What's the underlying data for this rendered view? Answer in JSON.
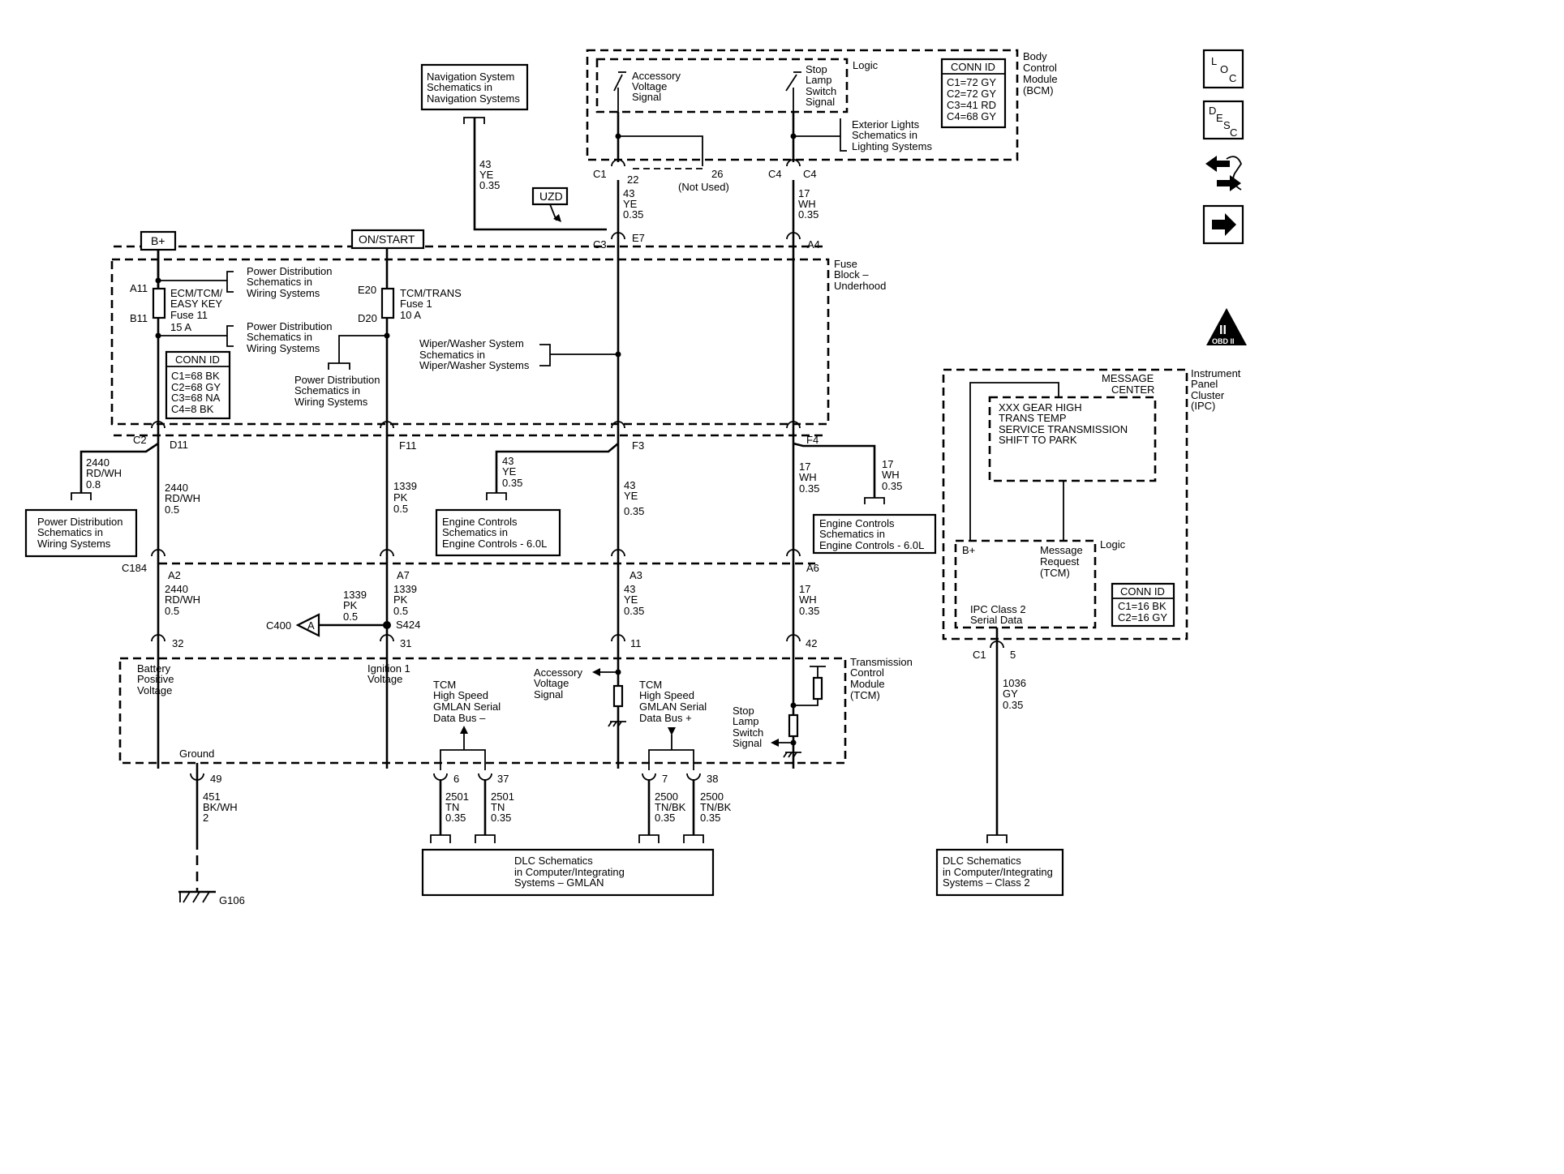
{
  "modules": {
    "bcm": {
      "name": [
        "Body",
        "Control",
        "Module",
        "(BCM)"
      ],
      "logic": "Logic",
      "conn_id": {
        "title": "CONN ID",
        "rows": [
          "C1=72 GY",
          "C2=72 GY",
          "C3=41 RD",
          "C4=68 GY"
        ]
      },
      "accessory": [
        "Accessory",
        "Voltage",
        "Signal"
      ],
      "stop_lamp": [
        "Stop",
        "Lamp",
        "Switch",
        "Signal"
      ]
    },
    "fuse_block": {
      "name": [
        "Fuse",
        "Block –",
        "Underhood"
      ],
      "conn_id": {
        "title": "CONN ID",
        "rows": [
          "C1=68 BK",
          "C2=68 GY",
          "C3=68 NA",
          "C4=8 BK"
        ]
      }
    },
    "tcm": {
      "name": [
        "Transmission",
        "Control",
        "Module",
        "(TCM)"
      ],
      "battery": [
        "Battery",
        "Positive",
        "Voltage"
      ],
      "ignition": [
        "Ignition 1",
        "Voltage"
      ],
      "ground": "Ground",
      "accessory": [
        "Accessory",
        "Voltage",
        "Signal"
      ],
      "bus_minus": [
        "TCM",
        "High Speed",
        "GMLAN Serial",
        "Data Bus –"
      ],
      "bus_plus": [
        "TCM",
        "High Speed",
        "GMLAN Serial",
        "Data Bus +"
      ],
      "stop_lamp": [
        "Stop",
        "Lamp",
        "Switch",
        "Signal"
      ]
    },
    "ipc": {
      "name": [
        "Instrument",
        "Panel",
        "Cluster",
        "(IPC)"
      ],
      "message_center": [
        "MESSAGE",
        "CENTER"
      ],
      "messages": [
        "XXX GEAR HIGH",
        "TRANS TEMP",
        "SERVICE TRANSMISSION",
        "SHIFT TO PARK"
      ],
      "logic": "Logic",
      "bplus": "B+",
      "message_request": [
        "Message",
        "Request",
        "(TCM)"
      ],
      "class2": [
        "IPC Class 2",
        "Serial Data"
      ],
      "conn_id": {
        "title": "CONN ID",
        "rows": [
          "C1=16 BK",
          "C2=16 GY"
        ]
      }
    }
  },
  "sources": {
    "bplus": "B+",
    "on_start": "ON/START",
    "uzd": "UZD"
  },
  "fuses": [
    {
      "lines": [
        "ECM/TCM/",
        "EASY KEY",
        "Fuse 11",
        "15 A"
      ],
      "top": "A11",
      "bottom": "B11"
    },
    {
      "lines": [
        "TCM/TRANS",
        "Fuse 1",
        "10 A"
      ],
      "top": "E20",
      "bottom": "D20"
    }
  ],
  "references": {
    "nav": [
      "Navigation System",
      "Schematics in",
      "Navigation Systems"
    ],
    "ext_lights": [
      "Exterior Lights",
      "Schematics in",
      "Lighting Systems"
    ],
    "pd1": [
      "Power Distribution",
      "Schematics in",
      "Wiring Systems"
    ],
    "pd2": [
      "Power Distribution",
      "Schematics in",
      "Wiring Systems"
    ],
    "pd3": [
      "Power Distribution",
      "Schematics in",
      "Wiring Systems"
    ],
    "pd4": [
      "Power Distribution",
      "Schematics in",
      "Wiring Systems"
    ],
    "wiper": [
      "Wiper/Washer System",
      "Schematics in",
      "Wiper/Washer Systems"
    ],
    "ec1": [
      "Engine Controls",
      "Schematics in",
      "Engine Controls - 6.0L"
    ],
    "ec2": [
      "Engine Controls",
      "Schematics in",
      "Engine Controls - 6.0L"
    ],
    "dlc_gmlan": [
      "DLC Schematics",
      "in Computer/Integrating",
      "Systems – GMLAN"
    ],
    "dlc_class2": [
      "DLC Schematics",
      "in Computer/Integrating",
      "Systems – Class 2"
    ]
  },
  "connectors": {
    "c1": "C1",
    "c1_22": "22",
    "c1_26": "26",
    "not_used": "(Not Used)",
    "c4": "C4",
    "c4_pin": "C4",
    "c3": "C3",
    "e7": "E7",
    "a4": "A4",
    "c2": "C2",
    "d11": "D11",
    "f11": "F11",
    "f3": "F3",
    "f4": "F4",
    "c184": "C184",
    "a2": "A2",
    "a7": "A7",
    "a3": "A3",
    "a6": "A6",
    "p32": "32",
    "p31": "31",
    "p11": "11",
    "p42": "42",
    "p49": "49",
    "p6": "6",
    "p37": "37",
    "p7": "7",
    "p38": "38",
    "ipc_c1": "C1",
    "ipc_5": "5",
    "s424": "S424",
    "c400": "C400",
    "a_tri": "A",
    "g106": "G106"
  },
  "wires": {
    "nav": [
      "43",
      "YE",
      "0.35"
    ],
    "c1_out": [
      "43",
      "YE",
      "0.35"
    ],
    "c4_out": [
      "17",
      "WH",
      "0.35"
    ],
    "pd_branch": [
      "2440",
      "RD/WH",
      "0.8"
    ],
    "d11": [
      "2440",
      "RD/WH",
      "0.5"
    ],
    "f11": [
      "1339",
      "PK",
      "0.5"
    ],
    "ec1_branch": [
      "43",
      "YE",
      "0.35"
    ],
    "f3": [
      "43",
      "YE",
      "0.35"
    ],
    "f4": [
      "17",
      "WH",
      "0.35"
    ],
    "ec2_branch": [
      "17",
      "WH",
      "0.35"
    ],
    "a2": [
      "2440",
      "RD/WH",
      "0.5"
    ],
    "c400_branch": [
      "1339",
      "PK",
      "0.5"
    ],
    "a7": [
      "1339",
      "PK",
      "0.5"
    ],
    "a3": [
      "43",
      "YE",
      "0.35"
    ],
    "a6": [
      "17",
      "WH",
      "0.35"
    ],
    "ground": [
      "451",
      "BK/WH",
      "2"
    ],
    "p6": [
      "2501",
      "TN",
      "0.35"
    ],
    "p37": [
      "2501",
      "TN",
      "0.35"
    ],
    "p7": [
      "2500",
      "TN/BK",
      "0.35"
    ],
    "p38": [
      "2500",
      "TN/BK",
      "0.35"
    ],
    "ipc_class2": [
      "1036",
      "GY",
      "0.35"
    ]
  },
  "icons": {
    "loc": [
      "L",
      "O",
      "C"
    ],
    "desc": [
      "D",
      "E",
      "S",
      "C"
    ],
    "obd": [
      "II",
      "OBD II"
    ]
  }
}
